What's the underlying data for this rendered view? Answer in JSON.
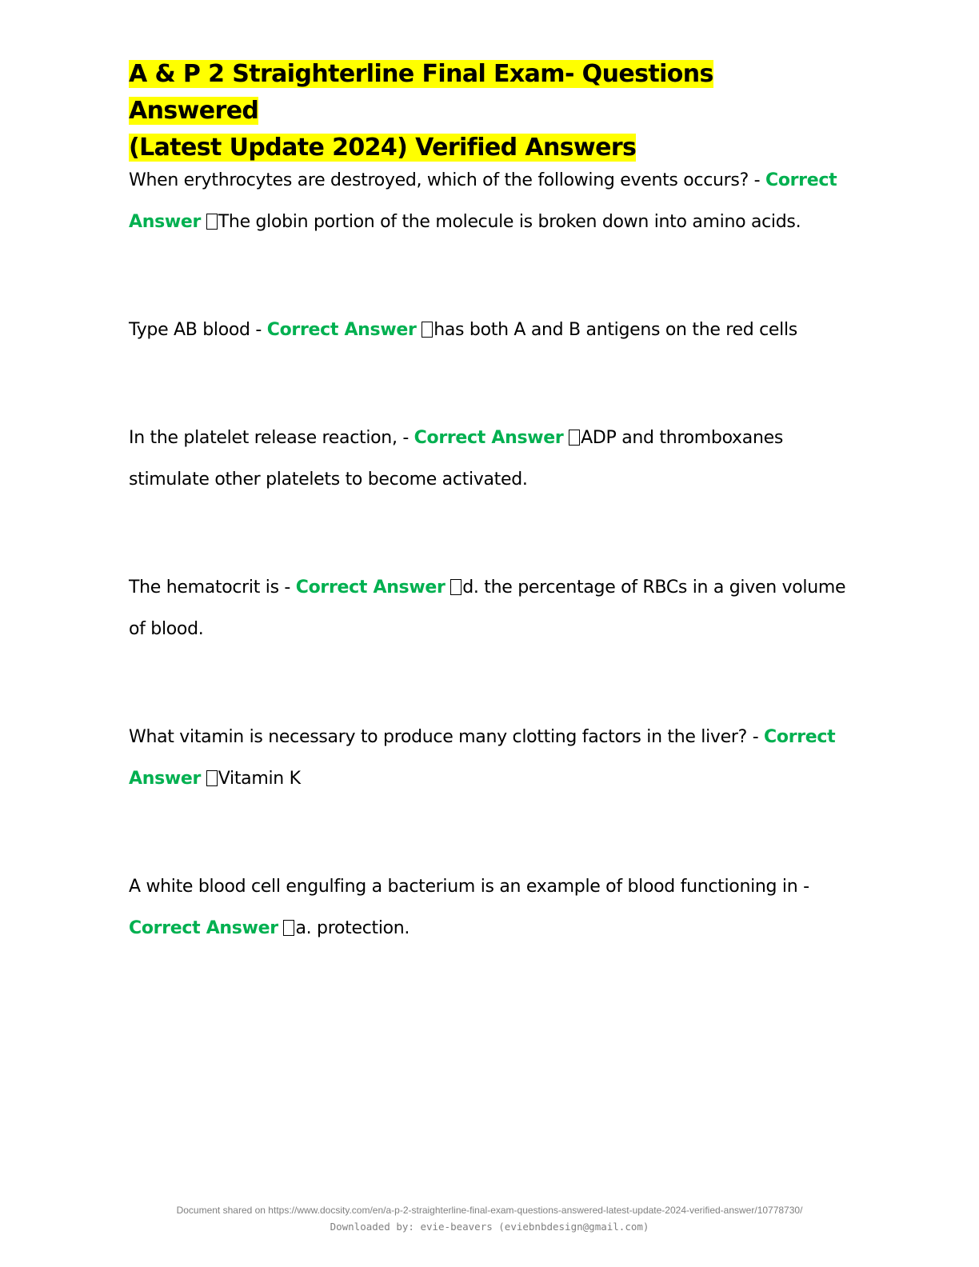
{
  "document": {
    "title_line1": "A & P 2 Straighterline Final Exam- Questions Answered",
    "title_line2": "(Latest Update 2024) Verified Answers",
    "answer_label": "Correct Answer",
    "highlight_color": "#ffff00",
    "answer_label_color": "#00b050",
    "items": [
      {
        "question": "When erythrocytes are destroyed, which of the following events occurs? - ",
        "answer": "The globin portion of the molecule is broken down into amino acids."
      },
      {
        "question": "Type AB blood - ",
        "answer": "has both A and B antigens on the red cells"
      },
      {
        "question": "In the platelet release reaction, - ",
        "answer": "ADP and thromboxanes stimulate other platelets to become activated."
      },
      {
        "question": "The hematocrit is - ",
        "answer": "d. the percentage of RBCs in a given volume of blood."
      },
      {
        "question": "What vitamin is necessary to produce many clotting factors in the liver? - ",
        "answer": "Vitamin K"
      },
      {
        "question": "A white blood cell engulfing a bacterium is an example of blood functioning in - ",
        "answer": "a. protection."
      }
    ]
  },
  "footer": {
    "shared": "Document shared on https://www.docsity.com/en/a-p-2-straighterline-final-exam-questions-answered-latest-update-2024-verified-answer/10778730/",
    "downloaded": "Downloaded by: evie-beavers (eviebnbdesign@gmail.com)"
  }
}
